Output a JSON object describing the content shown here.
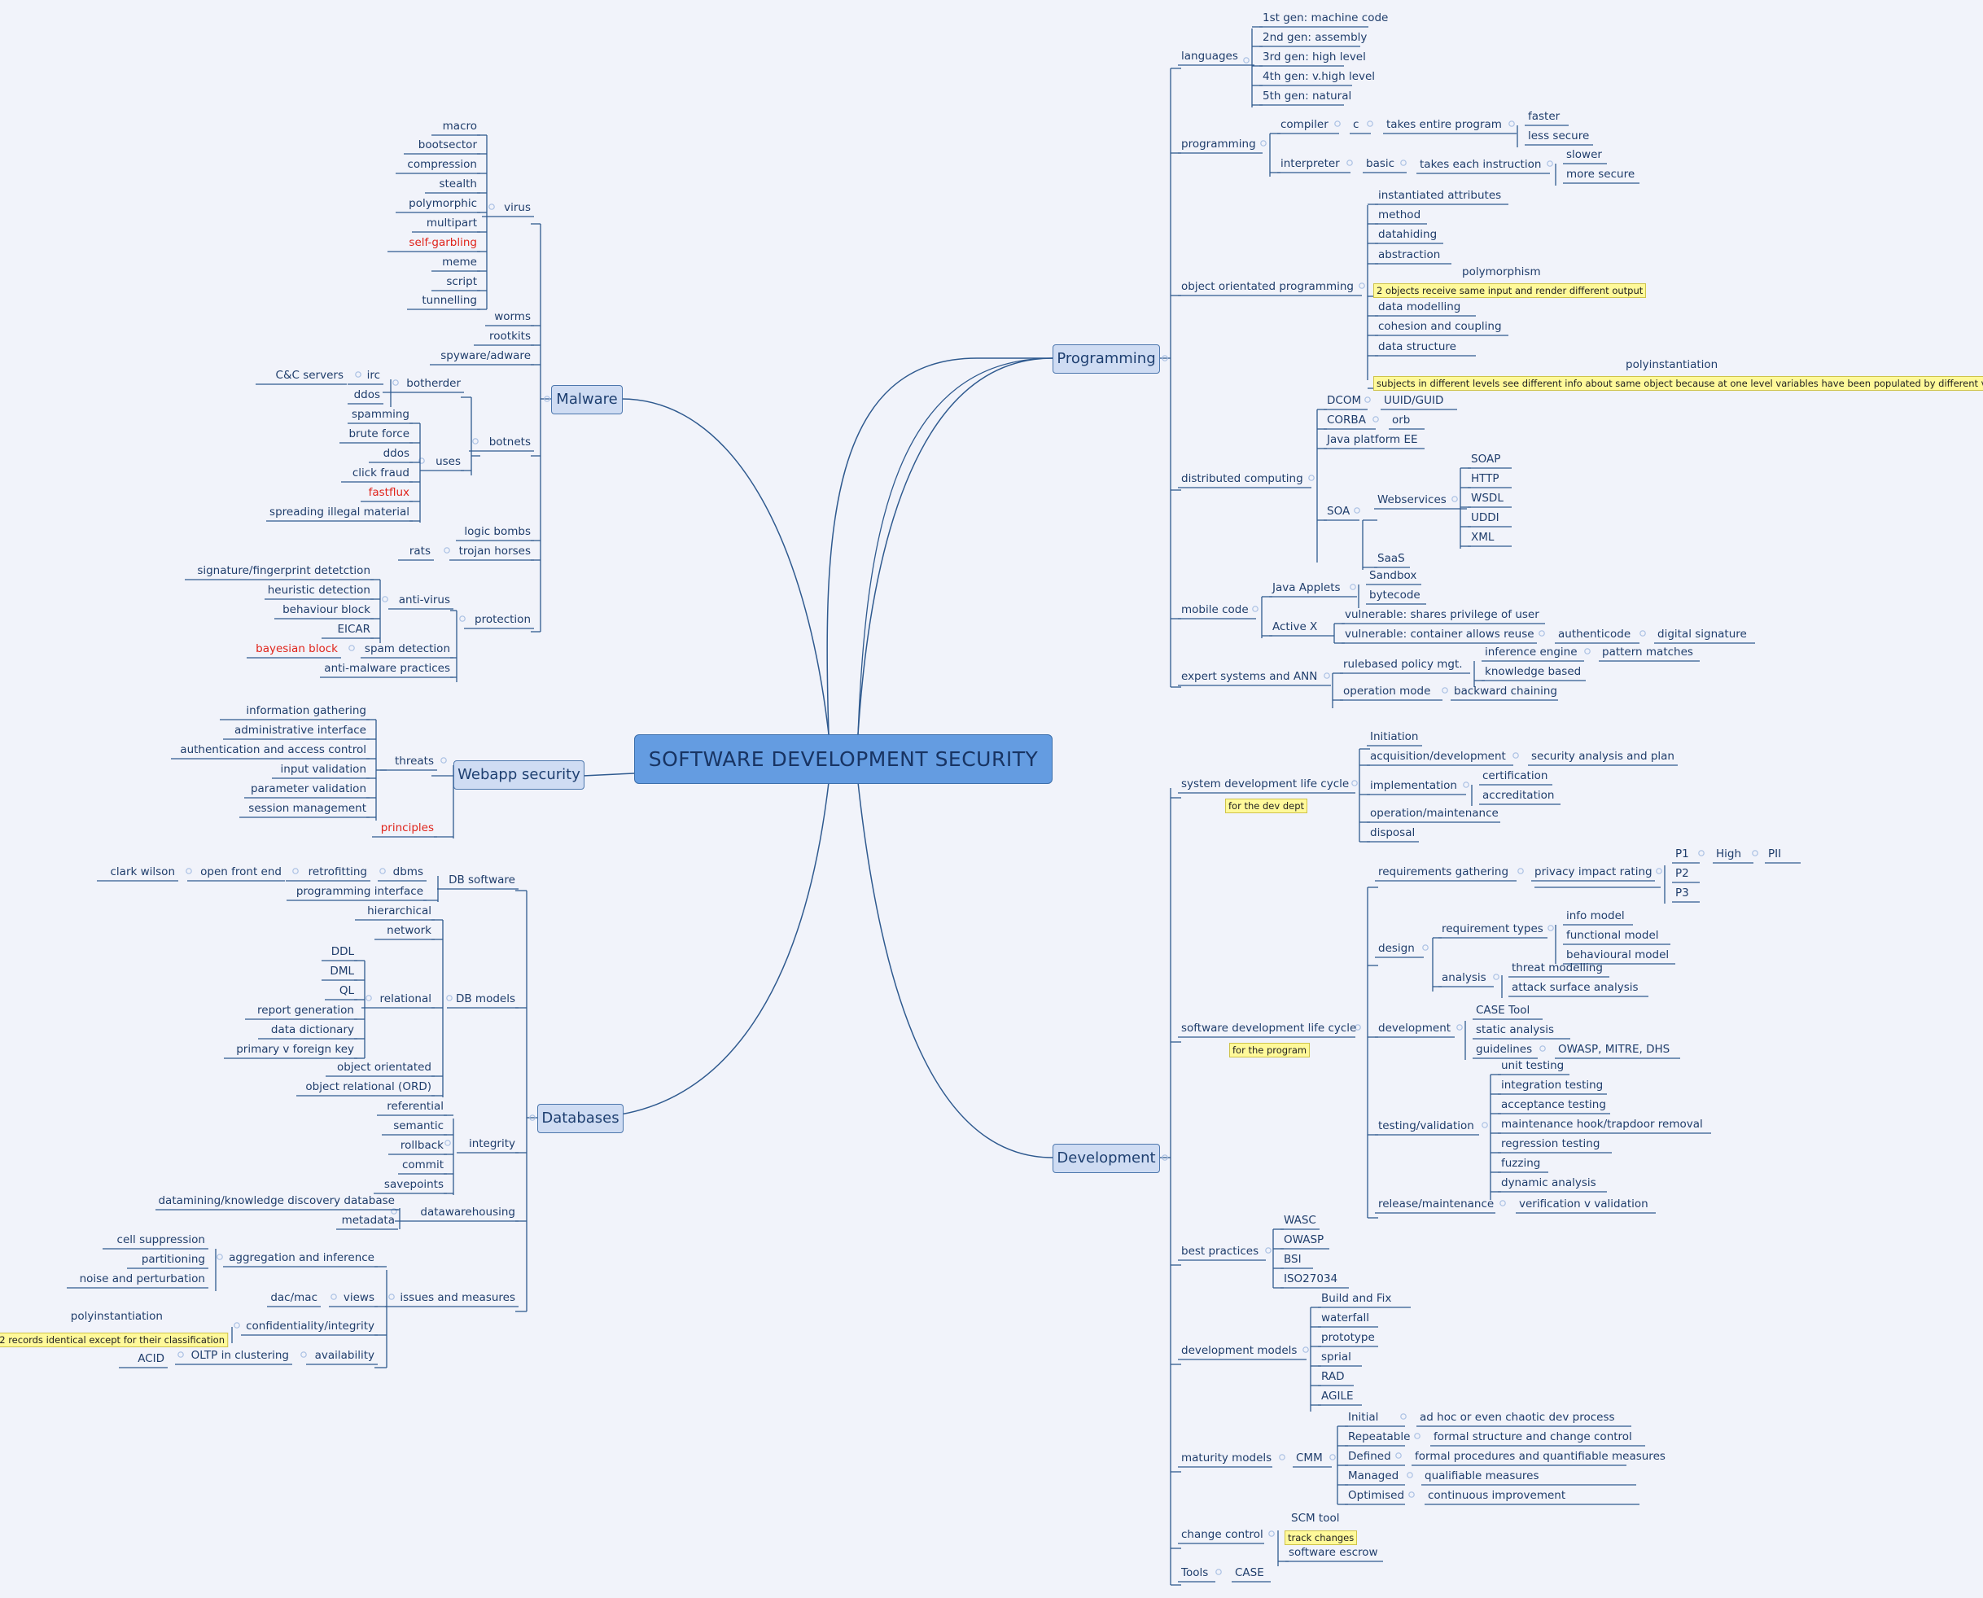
{
  "title": "SOFTWARE DEVELOPMENT SECURITY",
  "colors": {
    "background": "#f1f3fa",
    "central": "#649ce1",
    "main_topic": "#cfdcf3",
    "line": "#2f5a8f",
    "note": "#fff99a",
    "highlight": "#e0241b"
  },
  "main_topics": {
    "programming": "Programming",
    "malware": "Malware",
    "webapp": "Webapp security",
    "databases": "Databases",
    "development": "Development"
  },
  "programming": {
    "languages": "languages",
    "gen1": "1st gen: machine code",
    "gen2": "2nd gen: assembly",
    "gen3": "3rd gen: high level",
    "gen4": "4th gen: v.high level",
    "gen5": "5th gen: natural",
    "programming": "programming",
    "compiler": "compiler",
    "c": "c",
    "takes_entire": "takes entire program",
    "faster": "faster",
    "less_secure": "less secure",
    "interpreter": "interpreter",
    "basic": "basic",
    "takes_each": "takes each instruction",
    "slower": "slower",
    "more_secure": "more secure",
    "oop": "object orientated programming",
    "instantiated": "instantiated attributes",
    "method": "method",
    "datahiding": "datahiding",
    "abstraction": "abstraction",
    "polymorphism": "polymorphism",
    "polymorphism_note": "2 objects receive same input and render different output",
    "data_modelling": "data modelling",
    "cohesion": "cohesion and coupling",
    "data_structure": "data structure",
    "polyinstantiation": "polyinstantiation",
    "polyinstantiation_note": "subjects in different levels see different info about same object because at one level variables have been populated by different values",
    "distributed": "distributed computing",
    "dcom": "DCOM",
    "uuid": "UUID/GUID",
    "corba": "CORBA",
    "orb": "orb",
    "java_ee": "Java platform EE",
    "soa": "SOA",
    "webservices": "Webservices",
    "soap": "SOAP",
    "http": "HTTP",
    "wsdl": "WSDL",
    "uddi": "UDDI",
    "xml": "XML",
    "saas": "SaaS",
    "mobile": "mobile code",
    "java_applets": "Java Applets",
    "sandbox": "Sandbox",
    "bytecode": "bytecode",
    "activex": "Active X",
    "vuln1": "vulnerable: shares privilege of user",
    "vuln2": "vulnerable: container allows reuse",
    "authenticode": "authenticode",
    "digital_signature": "digital signature",
    "expert": "expert systems and ANN",
    "rulebased": "rulebased policy mgt.",
    "inference": "inference engine",
    "pattern": "pattern matches",
    "knowledge": "knowledge based",
    "operation_mode": "operation mode",
    "backward": "backward chaining"
  },
  "malware": {
    "virus": "virus",
    "macro": "macro",
    "bootsector": "bootsector",
    "compression": "compression",
    "stealth": "stealth",
    "polymorphic": "polymorphic",
    "multipart": "multipart",
    "self_garbling": "self-garbling",
    "meme": "meme",
    "script": "script",
    "tunnelling": "tunnelling",
    "worms": "worms",
    "rootkits": "rootkits",
    "spyware": "spyware/adware",
    "botnets": "botnets",
    "botherder": "botherder",
    "irc": "irc",
    "cc_servers": "C&C servers",
    "ddos1": "ddos",
    "uses": "uses",
    "spamming": "spamming",
    "brute_force": "brute force",
    "ddos2": "ddos",
    "click_fraud": "click fraud",
    "fastflux": "fastflux",
    "spreading": "spreading illegal material",
    "logic_bombs": "logic bombs",
    "trojan": "trojan horses",
    "rats": "rats",
    "protection": "protection",
    "antivirus": "anti-virus",
    "signature": "signature/fingerprint detetction",
    "heuristic": "heuristic detection",
    "behaviour": "behaviour block",
    "eicar": "EICAR",
    "spam": "spam detection",
    "bayesian": "bayesian block",
    "anti_malware": "anti-malware practices"
  },
  "webapp": {
    "threats": "threats",
    "info_gathering": "information gathering",
    "admin_interface": "administrative interface",
    "auth": "authentication and access control",
    "input_validation": "input validation",
    "param_validation": "parameter validation",
    "session": "session management",
    "principles": "principles"
  },
  "databases": {
    "db_software": "DB software",
    "dbms": "dbms",
    "retrofitting": "retrofitting",
    "open_front": "open front end",
    "clark": "clark wilson",
    "prog_interface": "programming interface",
    "db_models": "DB models",
    "hierarchical": "hierarchical",
    "network": "network",
    "relational": "relational",
    "ddl": "DDL",
    "dml": "DML",
    "ql": "QL",
    "report": "report generation",
    "data_dictionary": "data dictionary",
    "primary_key": "primary v foreign key",
    "object_orientated": "object orientated",
    "object_relational": "object relational (ORD)",
    "integrity": "integrity",
    "referential": "referential",
    "semantic": "semantic",
    "rollback": "rollback",
    "commit": "commit",
    "savepoints": "savepoints",
    "datawarehousing": "datawarehousing",
    "datamining": "datamining/knowledge discovery database",
    "metadata": "metadata",
    "issues": "issues and measures",
    "aggregation": "aggregation and inference",
    "cell_suppression": "cell suppression",
    "partitioning": "partitioning",
    "noise": "noise and perturbation",
    "views": "views",
    "dac": "dac/mac",
    "confidentiality": "confidentiality/integrity",
    "polyinstantiation": "polyinstantiation",
    "poly_note": "2 records identical except for their classification",
    "availability": "availability",
    "oltp": "OLTP in clustering",
    "acid": "ACID"
  },
  "development": {
    "sdlc_sys": "system development life cycle",
    "sdlc_sys_note": "for the dev dept",
    "initiation": "Initiation",
    "acquisition": "acquisition/development",
    "security_analysis": "security analysis and plan",
    "implementation": "implementation",
    "certification": "certification",
    "accreditation": "accreditation",
    "operation": "operation/maintenance",
    "disposal": "disposal",
    "sdlc_sw": "software development life cycle",
    "sdlc_sw_note": "for the program",
    "requirements": "requirements gathering",
    "privacy": "privacy impact rating",
    "p1": "P1",
    "high": "High",
    "pii": "PII",
    "p2": "P2",
    "p3": "P3",
    "design": "design",
    "req_types": "requirement types",
    "info_model": "info model",
    "functional_model": "functional model",
    "behavioural_model": "behavioural model",
    "analysis": "analysis",
    "threat_modelling": "threat modelling",
    "attack_surface": "attack surface analysis",
    "development": "development",
    "case_tool": "CASE Tool",
    "static_analysis": "static analysis",
    "guidelines": "guidelines",
    "owasp_mitre": "OWASP, MITRE, DHS",
    "testing": "testing/validation",
    "unit": "unit testing",
    "integration": "integration testing",
    "acceptance": "acceptance testing",
    "maintenance_hook": "maintenance hook/trapdoor removal",
    "regression": "regression testing",
    "fuzzing": "fuzzing",
    "dynamic": "dynamic analysis",
    "release": "release/maintenance",
    "verification": "verification v validation",
    "best_practices": "best practices",
    "wasc": "WASC",
    "owasp": "OWASP",
    "bsi": "BSI",
    "iso": "ISO27034",
    "dev_models": "development models",
    "build_fix": "Build and Fix",
    "waterfall": "waterfall",
    "prototype": "prototype",
    "sprial": "sprial",
    "rad": "RAD",
    "agile": "AGILE",
    "maturity": "maturity models",
    "cmm": "CMM",
    "initial": "Initial",
    "adhoc": "ad hoc or even chaotic dev process",
    "repeatable": "Repeatable",
    "formal_structure": "formal structure and change control",
    "defined": "Defined",
    "formal_procedures": "formal procedures and quantifiable measures",
    "managed": "Managed",
    "qualifiable": "qualifiable measures",
    "optimised": "Optimised",
    "continuous": "continuous improvement",
    "change_control": "change control",
    "scm": "SCM tool",
    "track": "track changes",
    "escrow": "software escrow",
    "tools": "Tools",
    "case": "CASE"
  }
}
